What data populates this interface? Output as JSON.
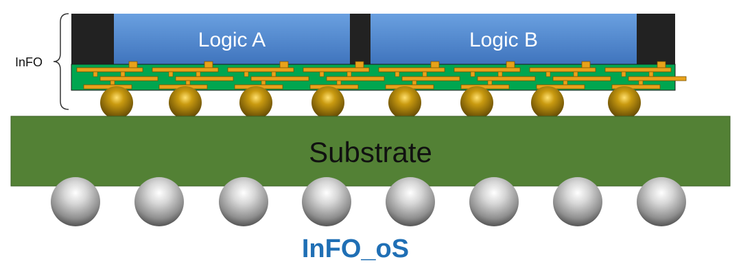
{
  "diagram": {
    "title": "InFO_oS",
    "bracket_label": "InFO",
    "dies": [
      {
        "label": "Logic A"
      },
      {
        "label": "Logic B"
      }
    ],
    "substrate_label": "Substrate",
    "colors": {
      "die_fill": "#4f86cc",
      "mold_fill": "#222222",
      "rdl_fill": "#00a650",
      "trace_fill": "#e8a21a",
      "substrate_fill": "#538135",
      "bump_fill": "#a37c08",
      "ball_fill": "#c8c8c8",
      "title_color": "#1f6fb5"
    },
    "bump_count": 8,
    "ball_count": 8
  }
}
